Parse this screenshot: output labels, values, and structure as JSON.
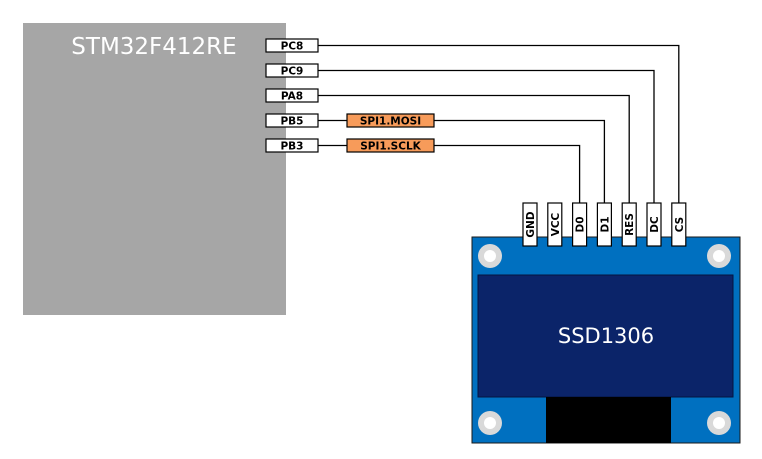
{
  "mcu": {
    "name": "STM32F412RE",
    "color": "#A6A6A6",
    "pins": [
      {
        "pin": "PC8",
        "function": "",
        "connects_to": "CS"
      },
      {
        "pin": "PC9",
        "function": "",
        "connects_to": "DC"
      },
      {
        "pin": "PA8",
        "function": "",
        "connects_to": "RES"
      },
      {
        "pin": "PB5",
        "function": "SPI1.MOSI",
        "connects_to": "D1"
      },
      {
        "pin": "PB3",
        "function": "SPI1.SCLK",
        "connects_to": "D0"
      }
    ]
  },
  "oled": {
    "name": "SSD1306",
    "board_color": "#0070C0",
    "screen_color": "#0B2469",
    "header_pins": [
      "GND",
      "VCC",
      "D0",
      "D1",
      "RES",
      "DC",
      "CS"
    ]
  },
  "colors": {
    "function_box": "#F79B5A",
    "wire": "#000000",
    "pin_box": "#FFFFFF",
    "mount_hole_ring": "#D9D9D9"
  }
}
